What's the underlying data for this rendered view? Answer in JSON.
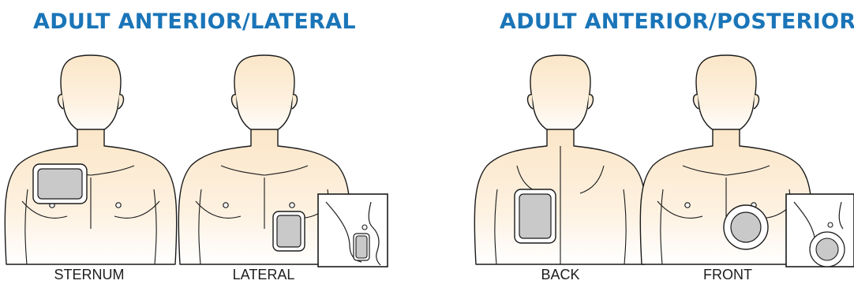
{
  "sections": [
    {
      "title": "ADULT ANTERIOR/LATERAL"
    },
    {
      "title": "ADULT ANTERIOR/POSTERIOR"
    }
  ],
  "figures": [
    {
      "caption": "STERNUM"
    },
    {
      "caption": "LATERAL"
    },
    {
      "caption": "BACK"
    },
    {
      "caption": "FRONT"
    }
  ],
  "colors": {
    "heading": "#1a75b8",
    "skin": "#fdf0dd",
    "outline": "#1a1a1a",
    "pad": "#c9c9c9"
  }
}
